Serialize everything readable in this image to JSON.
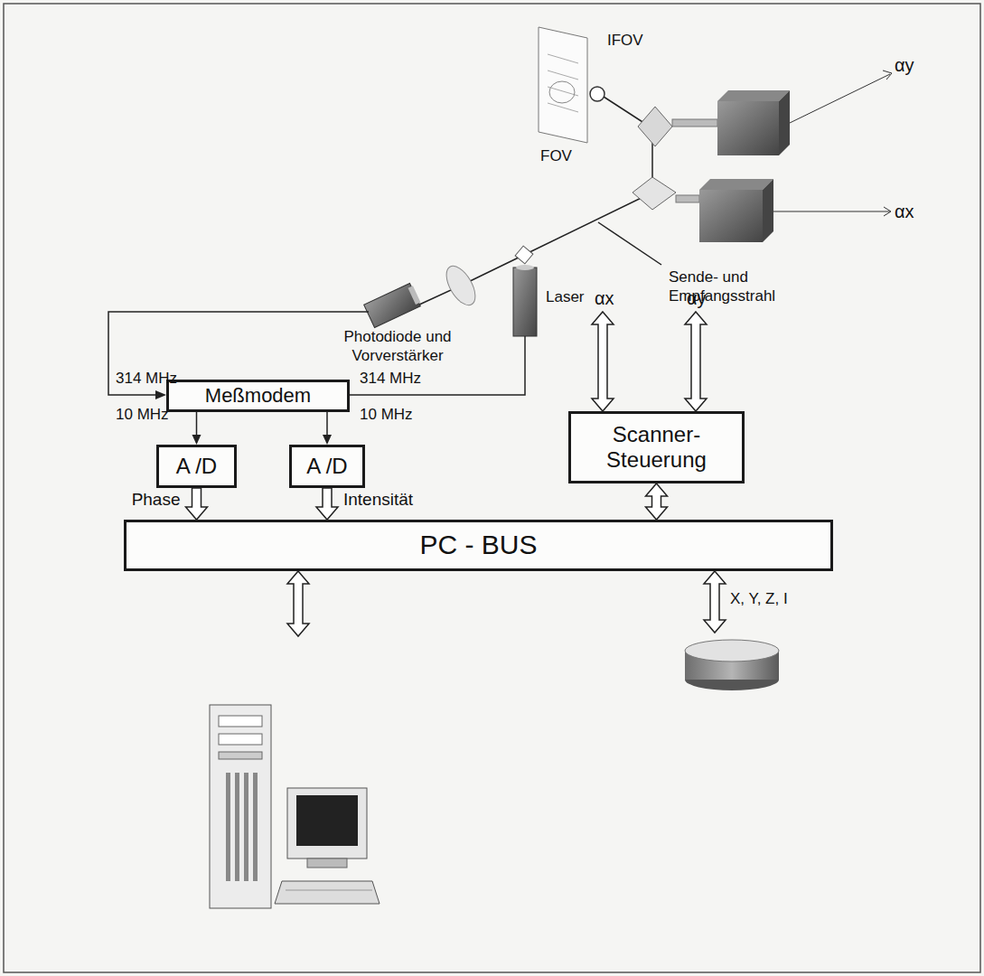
{
  "diagram": {
    "nodes": [
      {
        "text": [
          "Meßmodem"
        ]
      },
      {
        "text": [
          "A /D"
        ]
      },
      {
        "text": [
          "A /D"
        ]
      },
      {
        "text": [
          "Scanner- Steuerung"
        ]
      },
      {
        "text": [
          "PC - BUS"
        ]
      }
    ],
    "edges": [
      {
        "from": 0,
        "to": 1,
        "arrow": "to"
      },
      {
        "from": 0,
        "to": 2,
        "arrow": "to"
      },
      {
        "from": 1,
        "to": 4,
        "label": "Phase",
        "arrow": "to"
      },
      {
        "from": 2,
        "to": 4,
        "label": "Intensität",
        "arrow": "to"
      },
      {
        "from": 3,
        "to": 4,
        "arrow": "both"
      }
    ],
    "labels": [
      "IFOV",
      "FOV",
      "αy",
      "αx",
      "Sende- und Empfangsstrahl",
      "Photodiode und Vorverstärker",
      "Laser",
      "314 MHz",
      "314 MHz",
      "10 MHz",
      "10 MHz",
      "αx",
      "αy",
      "X, Y, Z, I"
    ]
  }
}
